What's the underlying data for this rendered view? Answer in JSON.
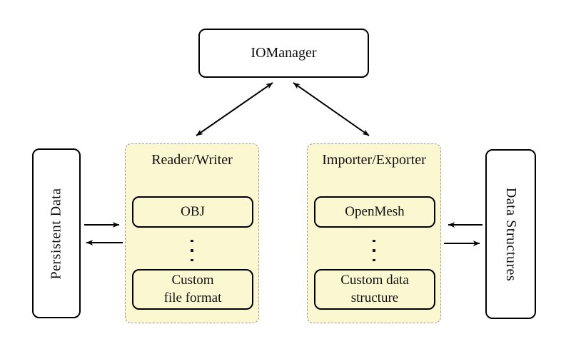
{
  "diagram": {
    "iomanager": {
      "label": "IOManager"
    },
    "persistent_data": {
      "label": "Persistent Data"
    },
    "data_structures": {
      "label": "Data Structures"
    },
    "reader_writer": {
      "title": "Reader/Writer",
      "boxes": [
        {
          "lines": [
            "OBJ"
          ]
        },
        {
          "lines": [
            "Custom",
            "file format"
          ]
        }
      ],
      "ellipsis_icon": "vertical-ellipsis"
    },
    "importer_exporter": {
      "title": "Importer/Exporter",
      "boxes": [
        {
          "lines": [
            "OpenMesh"
          ]
        },
        {
          "lines": [
            "Custom data",
            "structure"
          ]
        }
      ],
      "ellipsis_icon": "vertical-ellipsis"
    },
    "colors": {
      "background": "#FFFFFF",
      "group_fill": "#FBF7D0",
      "group_border": "#9A9A9A",
      "box_border": "#000000",
      "arrow": "#000000"
    }
  }
}
